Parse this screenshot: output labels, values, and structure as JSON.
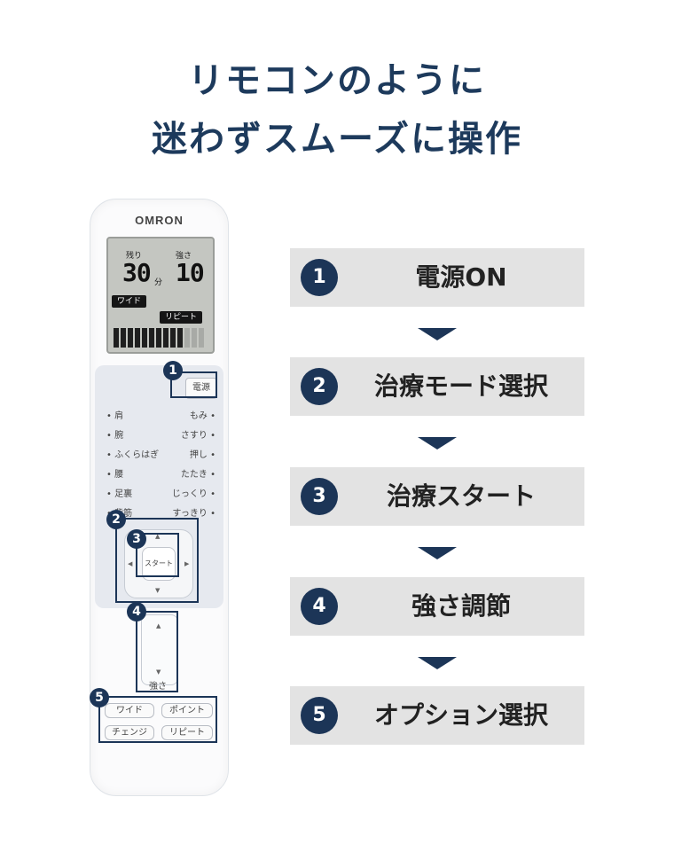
{
  "headline": {
    "line1": "リモコンのように",
    "line2": "迷わずスムーズに操作"
  },
  "colors": {
    "navy": "#1c3557",
    "step_bg": "#e3e3e3",
    "headline": "#1d3a5c"
  },
  "remote": {
    "brand": "OMRON",
    "display": {
      "remaining_label": "残り",
      "remaining_value": "30",
      "remaining_unit": "分",
      "strength_label": "強さ",
      "strength_value": "10",
      "wide_tag": "ワイド",
      "repeat_tag": "リピート",
      "level_fraction": 0.8
    },
    "power_button": "電源",
    "modes_left": [
      "肩",
      "腕",
      "ふくらはぎ",
      "腰",
      "足裏",
      "背筋"
    ],
    "modes_right": [
      "もみ",
      "さすり",
      "押し",
      "たたき",
      "じっくり",
      "すっきり"
    ],
    "start_button": "スタート",
    "strength_button_label": "強さ",
    "option_buttons": [
      "ワイド",
      "ポイント",
      "チェンジ",
      "リピート"
    ]
  },
  "callouts": [
    "1",
    "2",
    "3",
    "4",
    "5"
  ],
  "steps": [
    {
      "num": "1",
      "label": "電源ON"
    },
    {
      "num": "2",
      "label": "治療モード選択"
    },
    {
      "num": "3",
      "label": "治療スタート"
    },
    {
      "num": "4",
      "label": "強さ調節"
    },
    {
      "num": "5",
      "label": "オプション選択"
    }
  ]
}
